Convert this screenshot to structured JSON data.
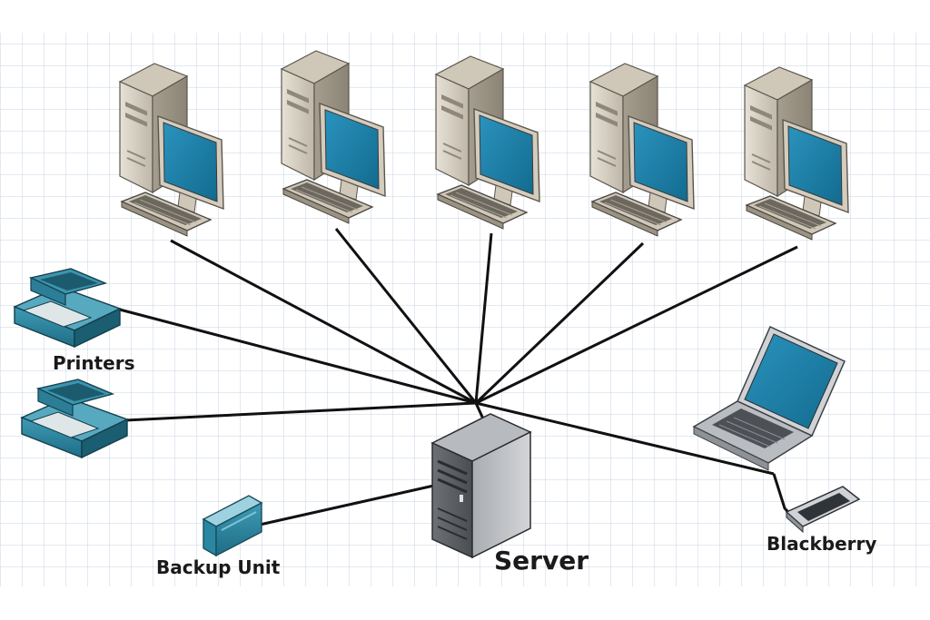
{
  "labels": {
    "printers": "Printers",
    "backup_unit": "Backup Unit",
    "server": "Server",
    "blackberry": "Blackberry"
  },
  "nodes": [
    {
      "id": "workstation-1",
      "type": "desktop-computer-icon"
    },
    {
      "id": "workstation-2",
      "type": "desktop-computer-icon"
    },
    {
      "id": "workstation-3",
      "type": "desktop-computer-icon"
    },
    {
      "id": "workstation-4",
      "type": "desktop-computer-icon"
    },
    {
      "id": "workstation-5",
      "type": "desktop-computer-icon"
    },
    {
      "id": "printer-1",
      "type": "printer-icon"
    },
    {
      "id": "printer-2",
      "type": "printer-icon"
    },
    {
      "id": "server",
      "type": "server-tower-icon"
    },
    {
      "id": "backup-unit",
      "type": "backup-drive-icon"
    },
    {
      "id": "laptop",
      "type": "laptop-icon"
    },
    {
      "id": "blackberry",
      "type": "smartphone-icon"
    }
  ],
  "colors": {
    "grid": "#c9d3e3",
    "screen": "#1d7fa6",
    "device_teal": "#2f8aa3",
    "link": "#111111",
    "tower_beige": "#d6cfc2",
    "server_gray": "#8a8d92"
  }
}
